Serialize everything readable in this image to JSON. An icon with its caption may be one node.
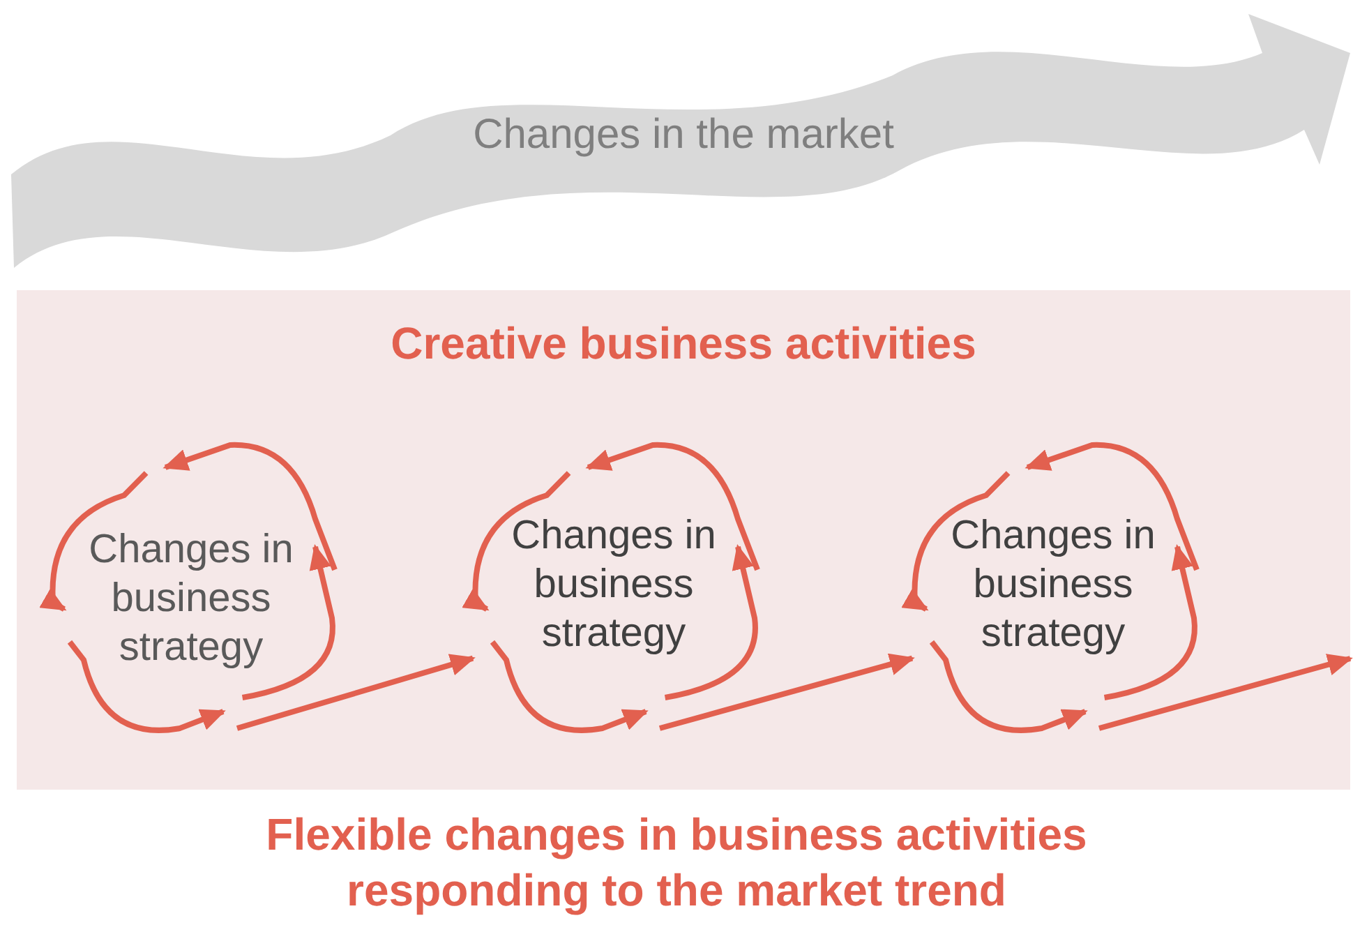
{
  "diagram": {
    "caption": "Flexible changes in business activities responding to the market trend",
    "nodes": [
      {
        "text": [
          "Changes in the market"
        ]
      },
      {
        "text": [
          "Creative business activities"
        ]
      },
      {
        "text": [
          "Changes in business strategy"
        ],
        "in": 1
      },
      {
        "text": [
          "Changes in business strategy"
        ],
        "in": 1
      },
      {
        "text": [
          "Changes in business strategy"
        ],
        "in": 1
      }
    ],
    "edges": [
      {
        "from": 2,
        "to": 3,
        "arrow": "to"
      },
      {
        "from": 3,
        "to": 4,
        "arrow": "to"
      },
      {
        "from": 4,
        "to": null,
        "arrow": "to"
      }
    ]
  }
}
